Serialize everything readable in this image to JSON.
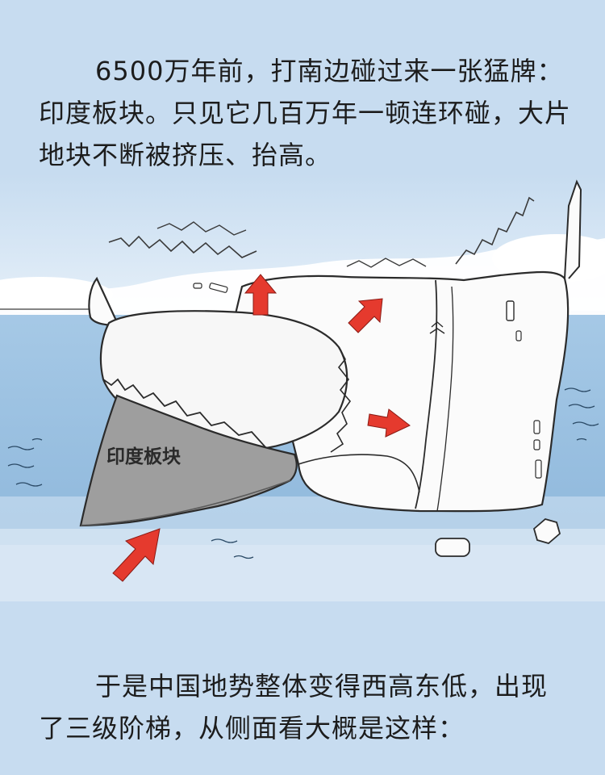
{
  "text": {
    "top_paragraph": "6500万年前，打南边碰过来一张猛牌：印度板块。只见它几百万年一顿连环碰，大片地块不断被挤压、抬高。",
    "bottom_paragraph": "于是中国地势整体变得西高东低，出现了三级阶梯，从侧面看大概是这样："
  },
  "illustration": {
    "plate_label": "印度板块",
    "colors": {
      "sky": "#c7dcf0",
      "sea": "#9ec3e2",
      "cloud": "#ffffff",
      "landmass": "#fbfbfb",
      "indian_plate": "#9e9e9e",
      "arrow": "#e53a2e",
      "outline": "#2b2b2b"
    }
  }
}
